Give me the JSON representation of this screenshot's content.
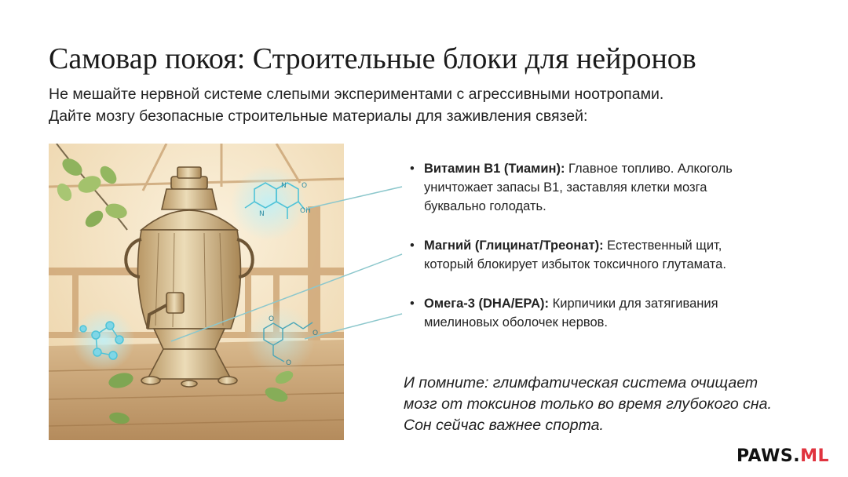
{
  "slide": {
    "title": "Самовар покоя: Строительные блоки для нейронов",
    "subtitle_lines": [
      "Не мешайте нервной системе слепыми экспериментами с агрессивными ноотропами.",
      "Дайте мозгу безопасные строительные материалы для заживления связей:"
    ]
  },
  "illustration": {
    "molecule_labels": [
      "N",
      "N",
      "O",
      "OH",
      "O",
      "O",
      "O"
    ]
  },
  "facts": [
    {
      "bullet": "•",
      "term": "Витамин B1 (Тиамин):",
      "text_lines": [
        "Главное топливо. Алкоголь",
        "уничтожает запасы B1, заставляя клетки мозга",
        "буквально голодать."
      ]
    },
    {
      "bullet": "•",
      "term": "Магний (Глицинат/Треонат):",
      "text_lines": [
        "Естественный щит,",
        "который блокирует избыток токсичного глутамата."
      ]
    },
    {
      "bullet": "•",
      "term": "Омега-3 (DHA/EPA):",
      "text_lines": [
        "Кирпичики для затягивания",
        "миелиновых оболочек нервов."
      ]
    }
  ],
  "reminder_lines": [
    "И помните: глимфатическая система очищает",
    "мозг от токсинов только во время глубокого сна.",
    "Сон сейчас важнее спорта."
  ],
  "brand": {
    "main": "PAWS.",
    "accent": "ML",
    "accent_color": "#e0343f"
  },
  "colors": {
    "connector": "#8cc7cc",
    "glow": "#7fd6e6"
  }
}
